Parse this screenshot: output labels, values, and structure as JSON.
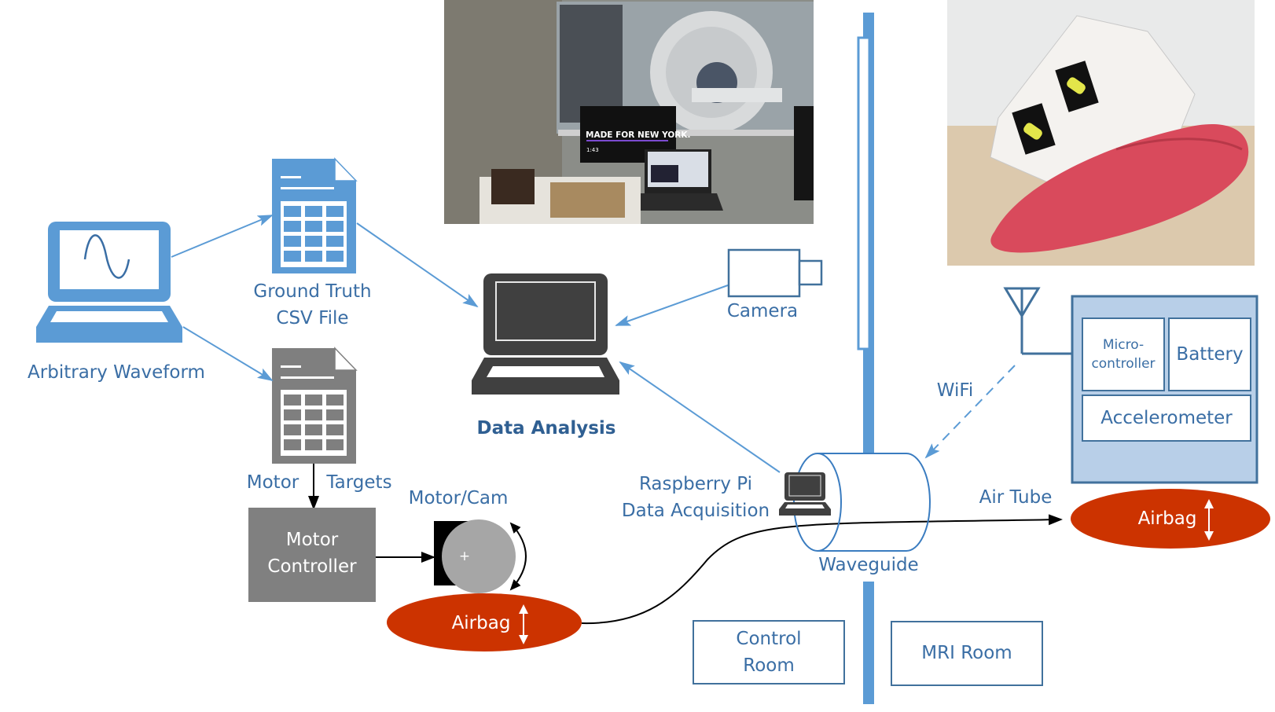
{
  "colors": {
    "blue_icon": "#5b9bd5",
    "blue_line": "#5b9bd5",
    "blue_text": "#3a6ea5",
    "dark_laptop": "#404040",
    "gray_file": "#7f7f7f",
    "motor_controller": "#808080",
    "airbag": "#cc3300",
    "sensor_box_fill": "#b8cfe8",
    "sensor_box_stroke": "#41719c",
    "wall": "#5b9bd5"
  },
  "labels": {
    "arbitrary_waveform": "Arbitrary Waveform",
    "ground_truth_line1": "Ground Truth",
    "ground_truth_line2": "CSV File",
    "motor_targets_left": "Motor",
    "motor_targets_right": "Targets",
    "motor_controller_line1": "Motor",
    "motor_controller_line2": "Controller",
    "motor_cam": "Motor/Cam",
    "airbag_left": "Airbag",
    "airbag_right": "Airbag",
    "data_analysis": "Data Analysis",
    "camera": "Camera",
    "raspberry_pi_line1": "Raspberry Pi",
    "raspberry_pi_line2": "Data Acquisition",
    "waveguide": "Waveguide",
    "air_tube": "Air Tube",
    "wifi": "WiFi",
    "microcontroller_line1": "Micro-",
    "microcontroller_line2": "controller",
    "battery": "Battery",
    "accelerometer": "Accelerometer",
    "control_room_line1": "Control",
    "control_room_line2": "Room",
    "mri_room": "MRI Room",
    "motor_cam_center_mark": "+"
  },
  "photos": {
    "control_room_setup": {
      "monitor_text": "MADE FOR NEW YORK.",
      "monitor_time": "1:43"
    },
    "sensor_device": {}
  },
  "icons": {
    "waveform_laptop": "laptop-sine-wave-icon",
    "ground_truth_file": "spreadsheet-file-icon",
    "motor_targets_file": "spreadsheet-file-icon",
    "analysis_laptop": "laptop-icon",
    "rpi_laptop": "laptop-icon",
    "camera": "camera-icon",
    "antenna": "antenna-icon"
  }
}
